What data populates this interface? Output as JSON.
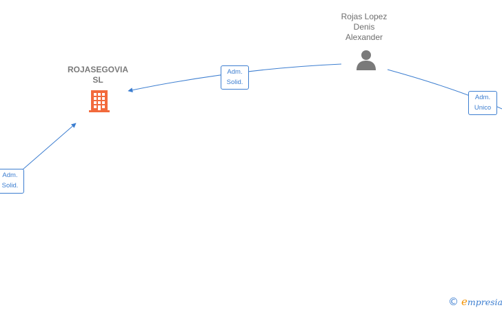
{
  "nodes": {
    "company": {
      "name_line1": "ROJASEGOVIA",
      "name_line2": "SL",
      "icon": "building-icon",
      "color": "#f26a3c"
    },
    "person": {
      "name_line1": "Rojas Lopez",
      "name_line2": "Denis",
      "name_line3": "Alexander",
      "icon": "person-icon",
      "color": "#7a7a7a"
    }
  },
  "edges": [
    {
      "from": "Rojas Lopez Denis Alexander",
      "to": "ROJASEGOVIA SL",
      "role_line1": "Adm.",
      "role_line2": "Solid."
    },
    {
      "from": "Rojas Lopez Denis Alexander",
      "to": "",
      "role_line1": "Adm.",
      "role_line2": "Unico"
    },
    {
      "from": "",
      "to": "ROJASEGOVIA SL",
      "role_line1": "Adm.",
      "role_line2": "Solid."
    }
  ],
  "edge_color": "#3b7dd0",
  "watermark": {
    "copyright": "©",
    "brand_initial": "e",
    "brand_rest": "mpresia"
  }
}
